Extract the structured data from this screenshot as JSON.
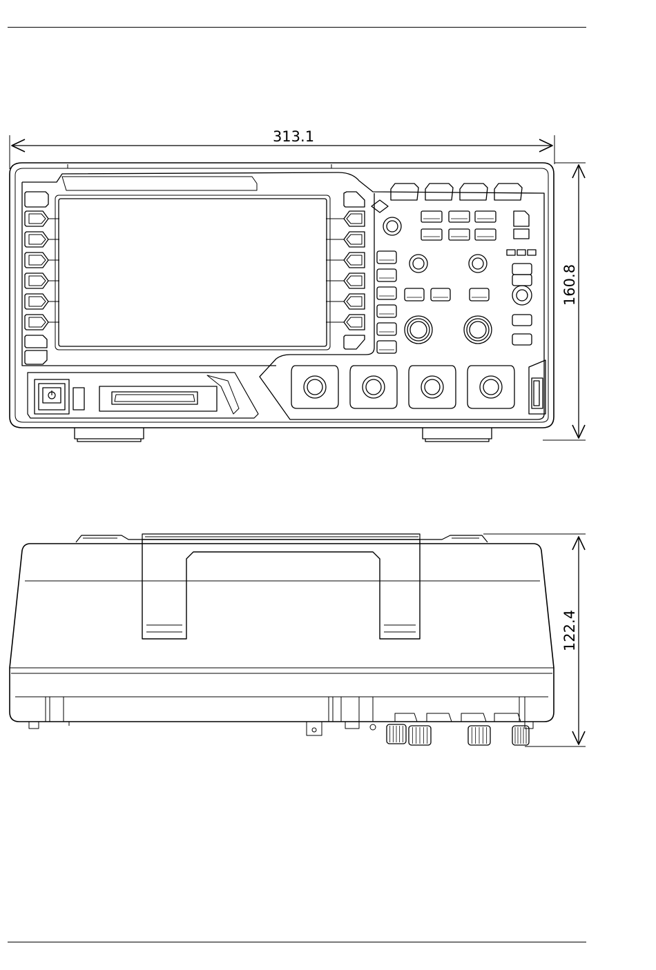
{
  "dimensions": {
    "front_width": "313.1",
    "front_height": "160.8",
    "top_depth": "122.4"
  },
  "colors": {
    "line": "#000000",
    "background": "#ffffff"
  },
  "icons": {
    "power": "power-icon"
  }
}
